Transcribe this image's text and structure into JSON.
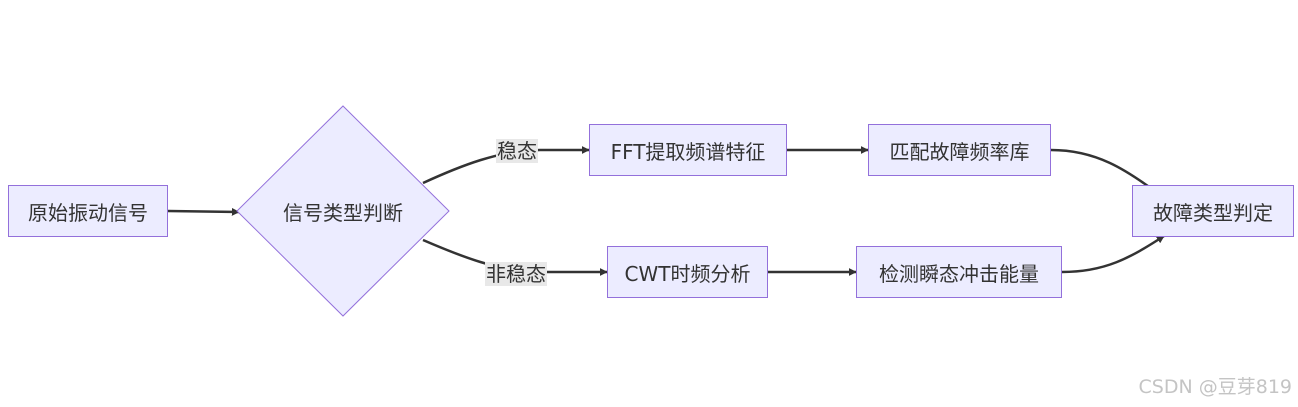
{
  "nodes": {
    "raw_signal": "原始振动信号",
    "decision": "信号类型判断",
    "fft": "FFT提取频谱特征",
    "match": "匹配故障频率库",
    "cwt": "CWT时频分析",
    "detect": "检测瞬态冲击能量",
    "result": "故障类型判定"
  },
  "edge_labels": {
    "steady": "稳态",
    "non_steady": "非稳态"
  },
  "watermark": "CSDN @豆芽819",
  "colors": {
    "node_fill": "#ECECFF",
    "node_stroke": "#9370DB",
    "edge": "#333333",
    "edge_label_bg": "#e8e8e8"
  }
}
